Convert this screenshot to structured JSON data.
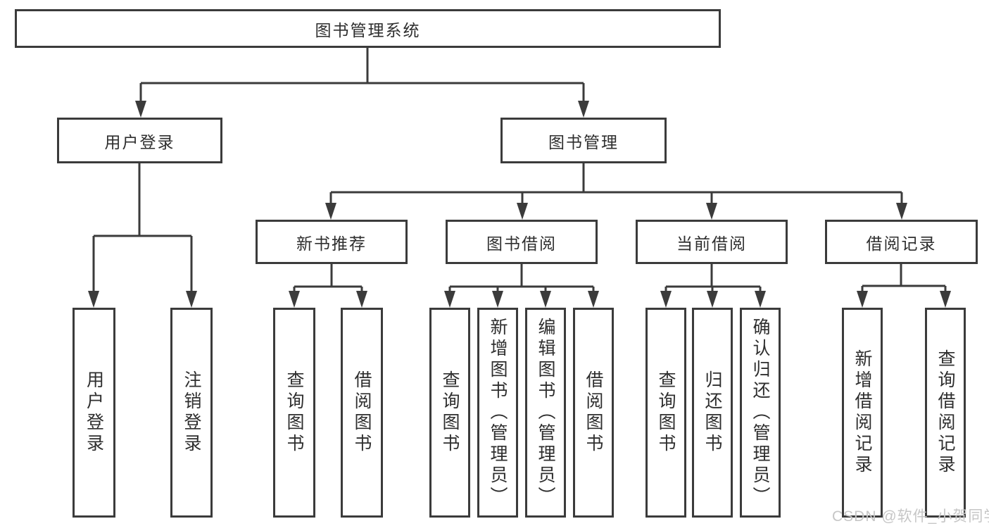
{
  "diagram": {
    "root": {
      "label": "图书管理系统",
      "children": [
        {
          "label": "用户登录",
          "children": [
            {
              "label": "用户登录"
            },
            {
              "label": "注销登录"
            }
          ]
        },
        {
          "label": "图书管理",
          "children": [
            {
              "label": "新书推荐",
              "children": [
                {
                  "label": "查询图书"
                },
                {
                  "label": "借阅图书"
                }
              ]
            },
            {
              "label": "图书借阅",
              "children": [
                {
                  "label": "查询图书"
                },
                {
                  "label": "新增图书（管理员）"
                },
                {
                  "label": "编辑图书（管理员）"
                },
                {
                  "label": "借阅图书"
                }
              ]
            },
            {
              "label": "当前借阅",
              "children": [
                {
                  "label": "查询图书"
                },
                {
                  "label": "归还图书"
                },
                {
                  "label": "确认归还（管理员）"
                }
              ]
            },
            {
              "label": "借阅记录",
              "children": [
                {
                  "label": "新增借阅记录"
                },
                {
                  "label": "查询借阅记录"
                }
              ]
            }
          ]
        }
      ]
    },
    "colors": {
      "line": "#3b3b3b",
      "text": "#2e2e2e",
      "watermark": "#c6c6c6"
    }
  },
  "watermark": {
    "text": "CSDN @软件_小贺同学"
  }
}
